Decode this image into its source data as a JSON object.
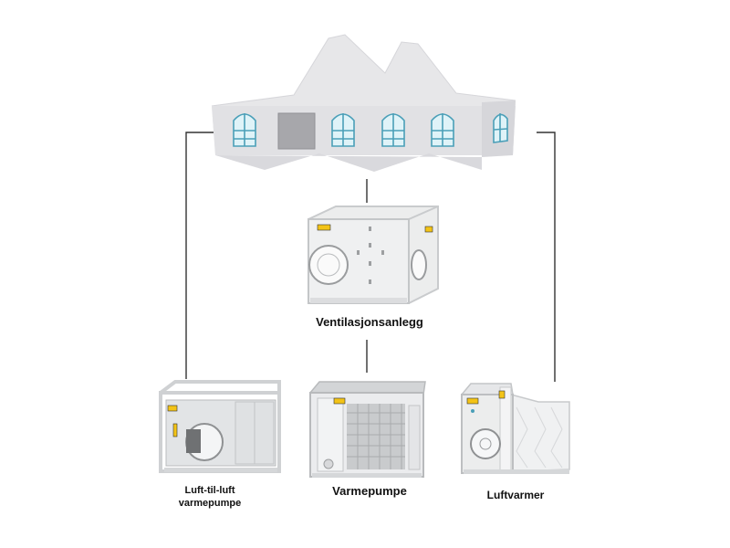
{
  "diagram": {
    "nodes": {
      "tent": {
        "label": ""
      },
      "ventilation": {
        "label": "Ventilasjonsanlegg"
      },
      "air_to_air": {
        "label_line1": "Luft-til-luft",
        "label_line2": "varmepumpe"
      },
      "heat_pump": {
        "label": "Varmepumpe"
      },
      "air_heater": {
        "label": "Luftvarmer"
      }
    },
    "colors": {
      "line": "#333333",
      "tent_fabric": "#e6e6e8",
      "tent_shadow": "#d2d2d6",
      "window_glass": "#dff3f8",
      "window_frame": "#4a9fb8",
      "door": "#a7a7ab",
      "unit_body": "#ecedee",
      "unit_frame": "#c9cbcd",
      "label_yellow": "#f3c316"
    },
    "brand_marks": [
      "yellow-label-icon"
    ]
  }
}
